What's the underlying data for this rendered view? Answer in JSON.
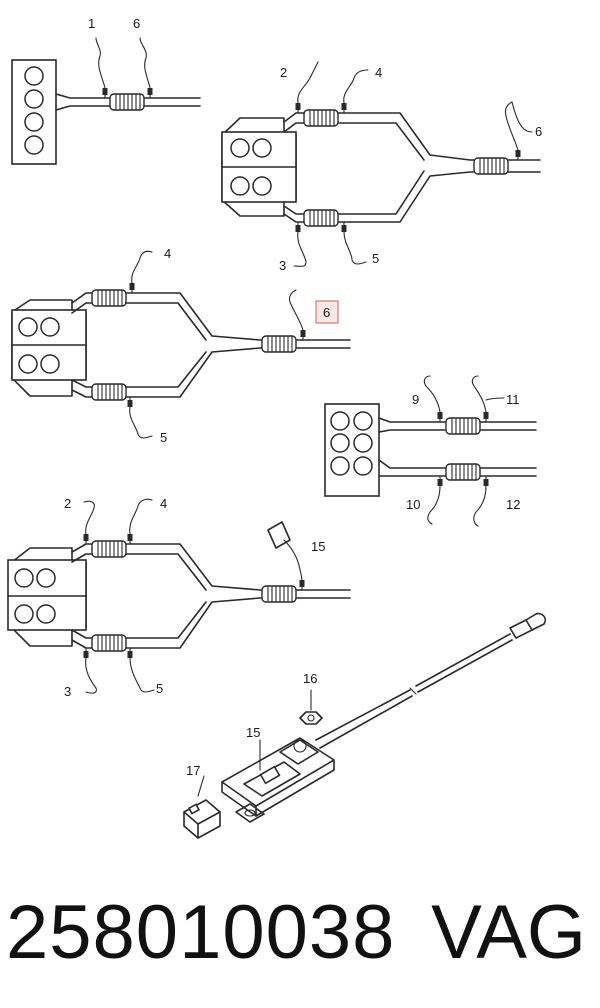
{
  "callouts": {
    "c1": "1",
    "c6": "6",
    "c2": "2",
    "c4": "4",
    "c3": "3",
    "c5": "5",
    "c9": "9",
    "c10": "10",
    "c11": "11",
    "c12": "12",
    "c15": "15",
    "c16": "16",
    "c17": "17"
  },
  "highlighted_callout": "6",
  "footer": {
    "part_number": "258010038",
    "brand": "VAG"
  },
  "colors": {
    "line": "#2a2a2a",
    "highlight_fill": "#fbe7e7",
    "highlight_border": "#d97a7a"
  }
}
